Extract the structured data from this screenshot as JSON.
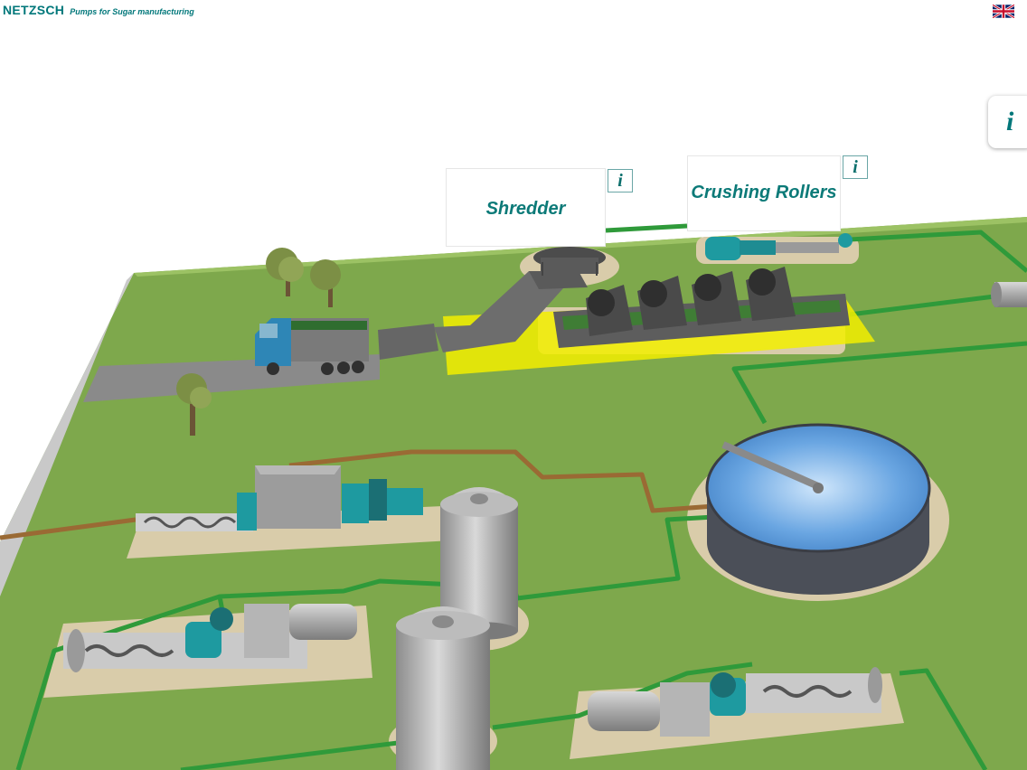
{
  "header": {
    "brand": "NETZSCH",
    "tagline": "Pumps for Sugar manufacturing"
  },
  "language": {
    "flag_icon": "uk-flag-icon"
  },
  "info_panel": {
    "label": "i"
  },
  "callouts": {
    "shredder": {
      "label": "Shredder",
      "info": "i"
    },
    "crushing_rollers": {
      "label": "Crushing Rollers",
      "info": "i"
    }
  },
  "colors": {
    "brand": "#00777a",
    "ground": "#7ea84c",
    "highlight": "#f2ee00",
    "water": "#5b99d8",
    "pipe_green": "#2f9a3a",
    "pipe_brown": "#9a6a34",
    "pump_teal": "#1e9aa0"
  }
}
